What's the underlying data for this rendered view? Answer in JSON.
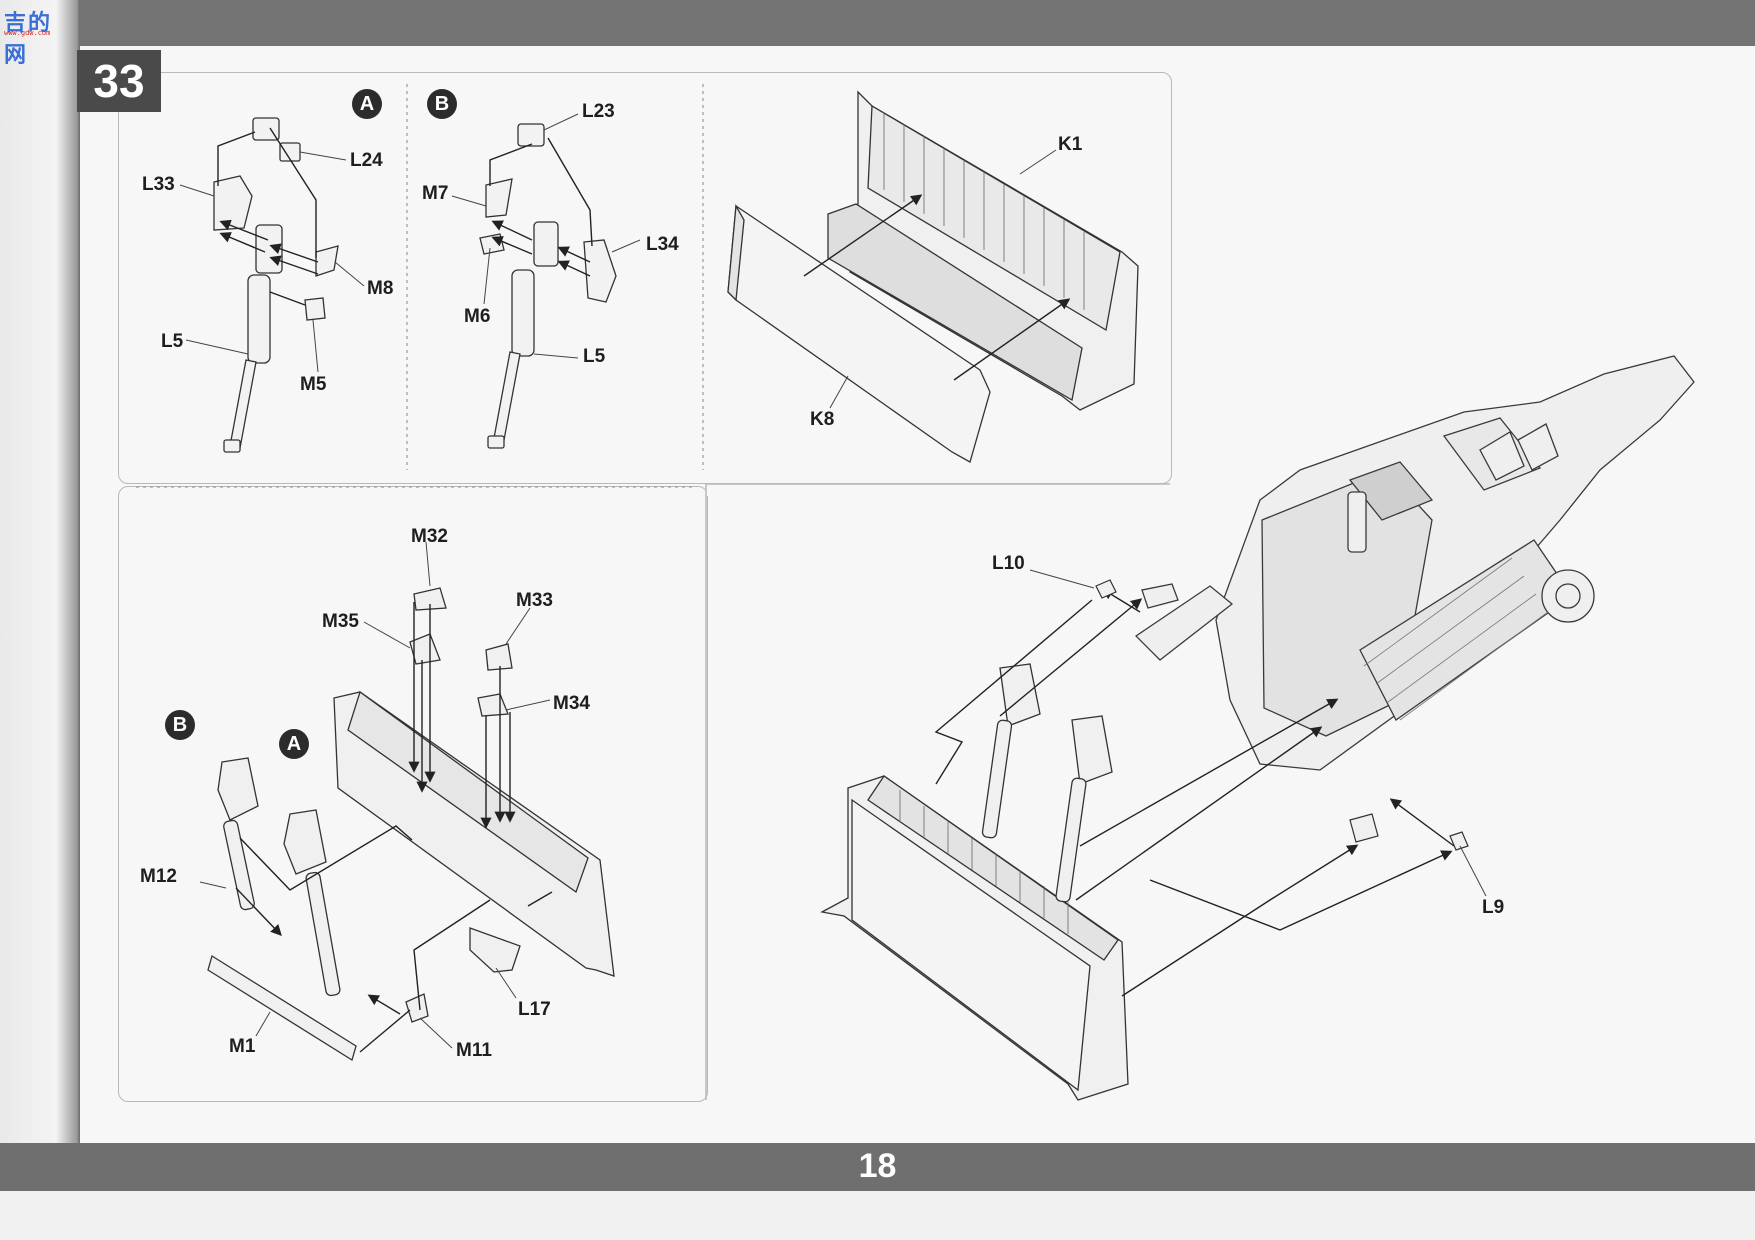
{
  "header": {
    "logo_text": "吉的网",
    "logo_sub": "www.gdw.com"
  },
  "step": {
    "number": "33"
  },
  "variants": {
    "a": "A",
    "b": "B"
  },
  "labels": {
    "l24": "L24",
    "l33": "L33",
    "m8": "M8",
    "l5a": "L5",
    "m5": "M5",
    "l23": "L23",
    "m7": "M7",
    "l34": "L34",
    "m6": "M6",
    "l5b": "L5",
    "k1": "K1",
    "k8": "K8",
    "m32": "M32",
    "m35": "M35",
    "m33": "M33",
    "m34": "M34",
    "m12": "M12",
    "m1": "M1",
    "l17": "L17",
    "m11": "M11",
    "l10": "L10",
    "l9": "L9"
  },
  "footer": {
    "page_number": "18"
  }
}
